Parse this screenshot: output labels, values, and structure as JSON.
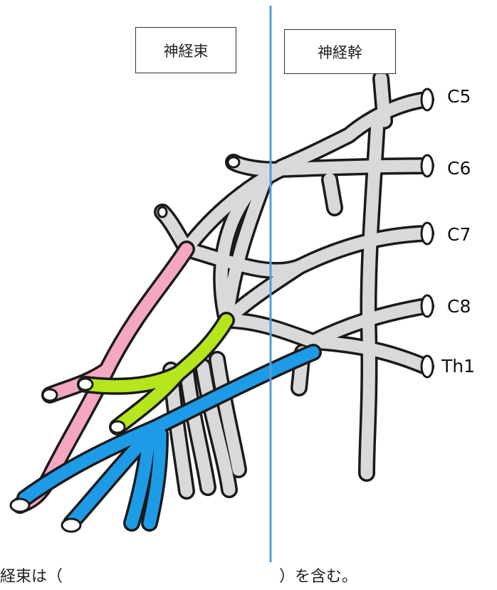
{
  "labels": {
    "fasciculus_box": "神経束",
    "trunk_box": "神経幹",
    "roots": [
      "C5",
      "C6",
      "C7",
      "C8",
      "Th1"
    ]
  },
  "caption": {
    "left": "経束は（",
    "right": "）を含む。"
  },
  "colors": {
    "nerve_gray": "#d9d9db",
    "outline": "#1a1a1a",
    "lateral_cord_pink": "#f4a7c0",
    "posterior_cord_green": "#b5e61d",
    "medial_cord_blue": "#1e9be6",
    "divider_line": "#5b9bd5"
  }
}
